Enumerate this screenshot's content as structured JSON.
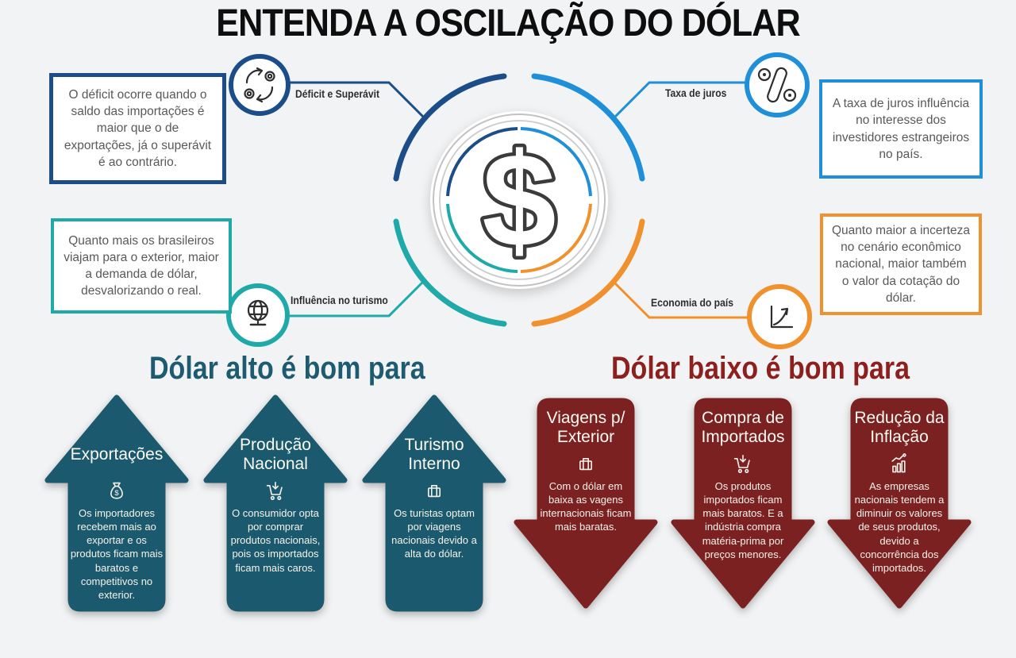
{
  "title": "ENTENDA A OSCILAÇÃO DO DÓLAR",
  "hub": {
    "symbol": "$"
  },
  "colors": {
    "background": "#f2f3f4",
    "navy": "#1b4e89",
    "blue": "#1e8fd8",
    "teal": "#1fa9a9",
    "orange": "#f0912d",
    "high_arrow": "#1b5a6e",
    "low_arrow": "#7c2121",
    "high_heading": "#1d5b70",
    "low_heading": "#8e1f1f"
  },
  "factors": [
    {
      "label": "Déficit e Superávit",
      "icon": "exchange-arrows",
      "description": "O déficit ocorre quando o saldo das importações é maior que o de exportações, já o superávit é ao contrário."
    },
    {
      "label": "Taxa de juros",
      "icon": "percent",
      "description": "A taxa de juros influência no interesse dos investidores estrangeiros no país."
    },
    {
      "label": "Influência no turismo",
      "icon": "globe",
      "description": "Quanto mais os brasileiros viajam para o exterior, maior a demanda de dólar, desvalorizando o real."
    },
    {
      "label": "Economia do país",
      "icon": "chart-up",
      "description": "Quanto maior a incerteza no cenário econômico nacional, maior também o valor da cotação do dólar."
    }
  ],
  "sections": {
    "high": {
      "heading": "Dólar alto é bom para",
      "items": [
        {
          "title": "Exportações",
          "icon": "money-bag",
          "text": "Os importadores recebem mais ao exportar e os produtos ficam mais baratos e competitivos no exterior."
        },
        {
          "title": "Produção Nacional",
          "icon": "cart-down",
          "text": "O consumidor opta por comprar produtos nacionais, pois os importados ficam mais caros."
        },
        {
          "title": "Turismo Interno",
          "icon": "suitcase",
          "text": "Os turistas optam por viagens nacionais devido a alta do dólar."
        }
      ]
    },
    "low": {
      "heading": "Dólar baixo é bom para",
      "items": [
        {
          "title": "Viagens p/ Exterior",
          "icon": "suitcase",
          "text": "Com o dólar em baixa as vagens internacionais ficam mais baratas."
        },
        {
          "title": "Compra de Importados",
          "icon": "cart-down",
          "text": "Os produtos importados ficam mais baratos. E a indústria compra matéria-prima por preços menores."
        },
        {
          "title": "Redução da Inflação",
          "icon": "bar-chart",
          "text": "As empresas nacionais tendem a diminuir os valores de seus produtos, devido a concorrência dos importados."
        }
      ]
    }
  }
}
